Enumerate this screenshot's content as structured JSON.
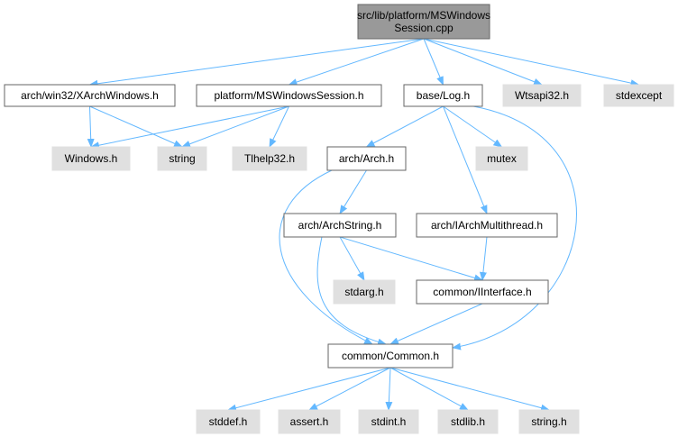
{
  "graph": {
    "colors": {
      "edge": "#63b8ff",
      "root_fill": "#999999",
      "root_stroke": "#666666",
      "node_fill": "#ffffff",
      "node_stroke": "#666666",
      "ext_fill": "#e0e0e0",
      "ext_stroke": "#e0e0e0"
    },
    "nodes": [
      {
        "id": "root",
        "kind": "root",
        "lines": [
          "src/lib/platform/MSWindows",
          "Session.cpp"
        ]
      },
      {
        "id": "xarch",
        "kind": "file",
        "lines": [
          "arch/win32/XArchWindows.h"
        ]
      },
      {
        "id": "mswin",
        "kind": "file",
        "lines": [
          "platform/MSWindowsSession.h"
        ]
      },
      {
        "id": "log",
        "kind": "file",
        "lines": [
          "base/Log.h"
        ]
      },
      {
        "id": "wtsapi",
        "kind": "ext",
        "lines": [
          "Wtsapi32.h"
        ]
      },
      {
        "id": "stdexcept",
        "kind": "ext",
        "lines": [
          "stdexcept"
        ]
      },
      {
        "id": "windows",
        "kind": "ext",
        "lines": [
          "Windows.h"
        ]
      },
      {
        "id": "string",
        "kind": "ext",
        "lines": [
          "string"
        ]
      },
      {
        "id": "tlhelp",
        "kind": "ext",
        "lines": [
          "Tlhelp32.h"
        ]
      },
      {
        "id": "arch",
        "kind": "file",
        "lines": [
          "arch/Arch.h"
        ]
      },
      {
        "id": "mutex",
        "kind": "ext",
        "lines": [
          "mutex"
        ]
      },
      {
        "id": "archstring",
        "kind": "file",
        "lines": [
          "arch/ArchString.h"
        ]
      },
      {
        "id": "iarchmt",
        "kind": "file",
        "lines": [
          "arch/IArchMultithread.h"
        ]
      },
      {
        "id": "stdarg",
        "kind": "ext",
        "lines": [
          "stdarg.h"
        ]
      },
      {
        "id": "iinterface",
        "kind": "file",
        "lines": [
          "common/IInterface.h"
        ]
      },
      {
        "id": "common",
        "kind": "file",
        "lines": [
          "common/Common.h"
        ]
      },
      {
        "id": "stddef",
        "kind": "ext",
        "lines": [
          "stddef.h"
        ]
      },
      {
        "id": "assert",
        "kind": "ext",
        "lines": [
          "assert.h"
        ]
      },
      {
        "id": "stdint",
        "kind": "ext",
        "lines": [
          "stdint.h"
        ]
      },
      {
        "id": "stdlib",
        "kind": "ext",
        "lines": [
          "stdlib.h"
        ]
      },
      {
        "id": "stringh",
        "kind": "ext",
        "lines": [
          "string.h"
        ]
      }
    ],
    "edges": [
      [
        "root",
        "xarch"
      ],
      [
        "root",
        "mswin"
      ],
      [
        "root",
        "log"
      ],
      [
        "root",
        "wtsapi"
      ],
      [
        "root",
        "stdexcept"
      ],
      [
        "xarch",
        "windows"
      ],
      [
        "xarch",
        "string"
      ],
      [
        "mswin",
        "windows"
      ],
      [
        "mswin",
        "string"
      ],
      [
        "mswin",
        "tlhelp"
      ],
      [
        "log",
        "arch"
      ],
      [
        "log",
        "mutex"
      ],
      [
        "log",
        "iarchmt"
      ],
      [
        "log",
        "common"
      ],
      [
        "arch",
        "archstring"
      ],
      [
        "arch",
        "common"
      ],
      [
        "archstring",
        "stdarg"
      ],
      [
        "archstring",
        "iinterface"
      ],
      [
        "archstring",
        "common"
      ],
      [
        "iarchmt",
        "iinterface"
      ],
      [
        "iinterface",
        "common"
      ],
      [
        "common",
        "stddef"
      ],
      [
        "common",
        "assert"
      ],
      [
        "common",
        "stdint"
      ],
      [
        "common",
        "stdlib"
      ],
      [
        "common",
        "stringh"
      ]
    ]
  }
}
